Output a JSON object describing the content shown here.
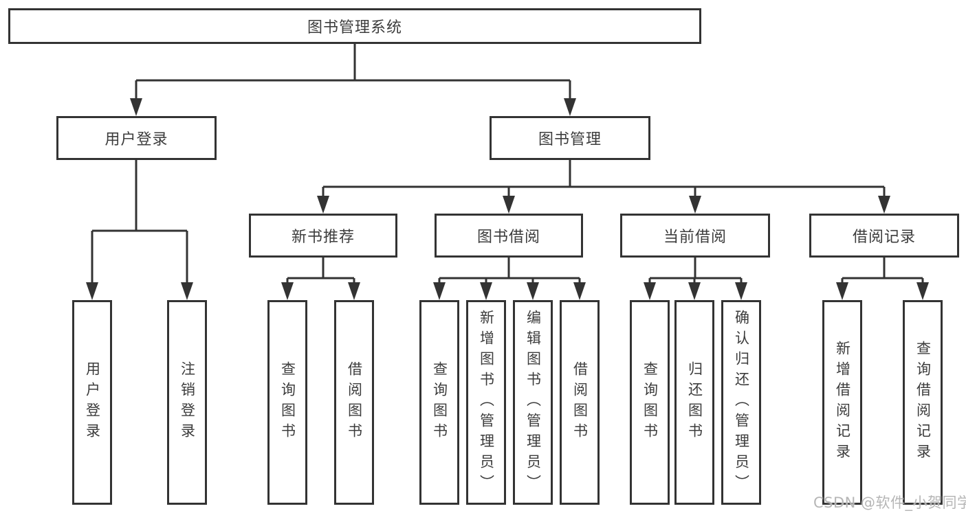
{
  "diagram": {
    "type": "hierarchy-tree",
    "background": "#ffffff",
    "line_color": "#333333",
    "text_color": "#3c3c3c",
    "watermark": {
      "text": "CSDN @软件_小贺同学",
      "color": "#b0b0b0"
    },
    "tree": {
      "label": "图书管理系统",
      "children": [
        {
          "label": "用户登录",
          "children": [
            {
              "label": "用户登录"
            },
            {
              "label": "注销登录"
            }
          ]
        },
        {
          "label": "图书管理",
          "children": [
            {
              "label": "新书推荐",
              "children": [
                {
                  "label": "查询图书"
                },
                {
                  "label": "借阅图书"
                }
              ]
            },
            {
              "label": "图书借阅",
              "children": [
                {
                  "label": "查询图书"
                },
                {
                  "label": "新增图书（管理员）"
                },
                {
                  "label": "编辑图书（管理员）"
                },
                {
                  "label": "借阅图书"
                }
              ]
            },
            {
              "label": "当前借阅",
              "children": [
                {
                  "label": "查询图书"
                },
                {
                  "label": "归还图书"
                },
                {
                  "label": "确认归还（管理员）"
                }
              ]
            },
            {
              "label": "借阅记录",
              "children": [
                {
                  "label": "新增借阅记录"
                },
                {
                  "label": "查询借阅记录"
                }
              ]
            }
          ]
        }
      ]
    }
  }
}
